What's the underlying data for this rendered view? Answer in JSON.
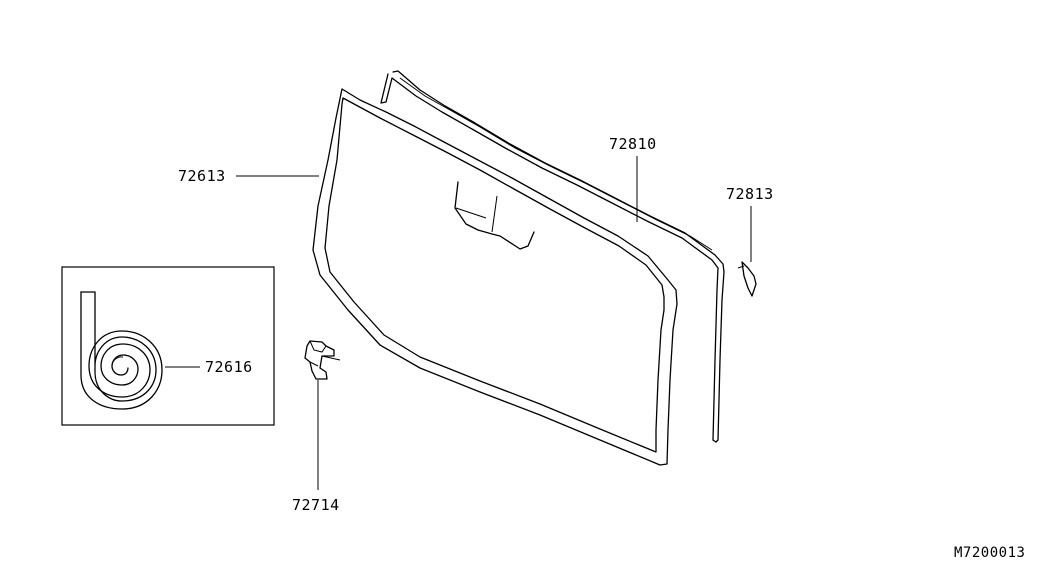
{
  "parts": {
    "glass": "72613",
    "moulding": "72810",
    "moulding_end": "72813",
    "dam_rubber": "72616",
    "fastener": "72714"
  },
  "ref_code": "M7200013",
  "icons": {
    "glass": "windshield-glass-icon",
    "moulding": "windshield-moulding-icon",
    "moulding_end": "moulding-end-piece-icon",
    "dam_rubber": "dam-rubber-coil-icon",
    "fastener": "fastener-clip-icon"
  }
}
